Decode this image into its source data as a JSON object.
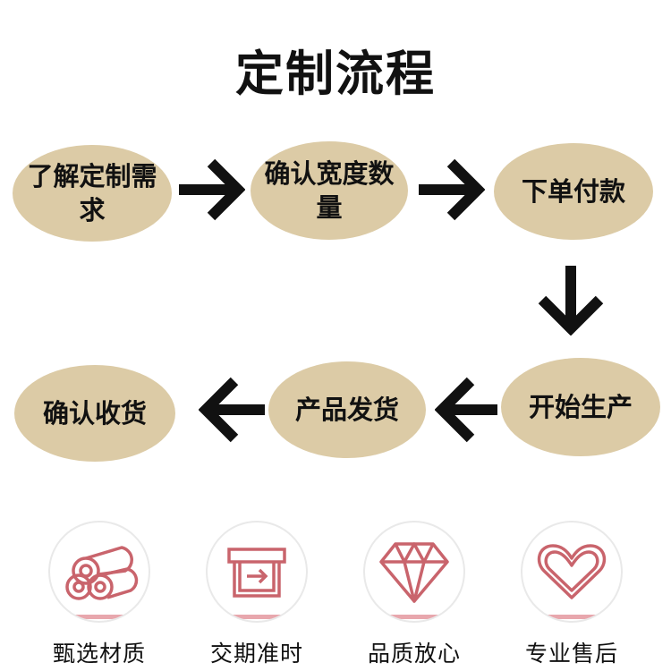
{
  "title": "定制流程",
  "steps": [
    {
      "label": "了解定制需求"
    },
    {
      "label": "确认宽度数量"
    },
    {
      "label": "下单付款"
    },
    {
      "label": "开始生产"
    },
    {
      "label": "产品发货"
    },
    {
      "label": "确认收货"
    }
  ],
  "features": [
    {
      "label": "甄选材质",
      "icon": "rolls-icon"
    },
    {
      "label": "交期准时",
      "icon": "box-arrow-icon"
    },
    {
      "label": "品质放心",
      "icon": "diamond-icon"
    },
    {
      "label": "专业售后",
      "icon": "heart-icon"
    }
  ],
  "colors": {
    "step_bg": "#dccba6",
    "icon_stroke": "#c9646c",
    "arrow": "#111111"
  }
}
